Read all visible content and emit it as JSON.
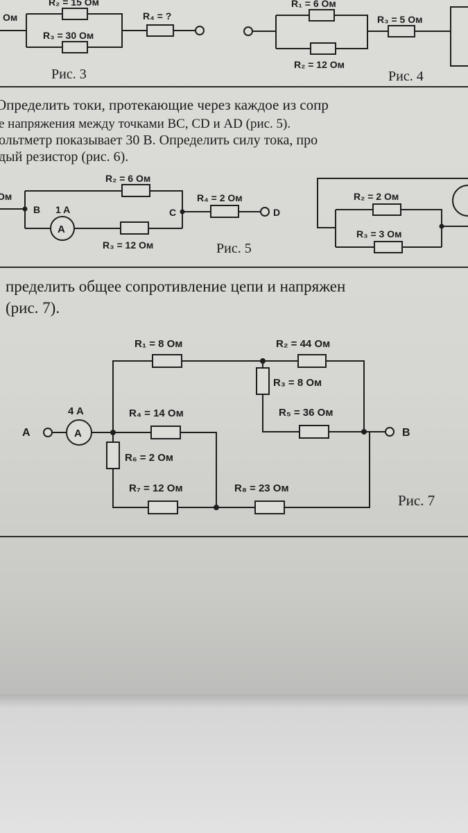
{
  "fig3": {
    "caption": "Рис. 3",
    "r2": "R₂ = 15 Ом",
    "r3": "R₃ = 30 Ом",
    "r4": "R₄ = ?",
    "left_cut": "Ом"
  },
  "fig4": {
    "caption": "Рис. 4",
    "r1": "R₁ = 6 Ом",
    "r2": "R₂ = 12 Ом",
    "r3": "R₃ = 5 Ом"
  },
  "text_block_1": {
    "line1": "Определить токи, протекающие через каждое из сопр",
    "line2": "е напряжения между точками BC, CD и AD (рис. 5).",
    "line3": "ольтметр показывает 30 В. Определить силу тока, про",
    "line4": "дый резистор (рис. 6)."
  },
  "fig5": {
    "caption": "Рис. 5",
    "left_cut": "Ом",
    "point_b": "B",
    "point_c": "C",
    "point_d": "D",
    "ammeter_reading": "1 A",
    "ammeter_symbol": "A",
    "r2": "R₂ = 6 Ом",
    "r3": "R₃ = 12 Ом",
    "r4": "R₄ = 2 Ом"
  },
  "fig6": {
    "r2": "R₂ = 2 Ом",
    "r3": "R₃ = 3 Ом"
  },
  "text_block_2": {
    "line1": "пределить общее сопротивление цепи и напряжен",
    "line2": "(рис. 7)."
  },
  "fig7": {
    "caption": "Рис. 7",
    "point_a": "A",
    "point_b": "B",
    "ammeter_reading": "4 A",
    "ammeter_symbol": "A",
    "r1": "R₁ = 8 Ом",
    "r2": "R₂ = 44 Ом",
    "r3": "R₃ = 8 Ом",
    "r4": "R₄ = 14 Ом",
    "r5": "R₅ = 36 Ом",
    "r6": "R₆ = 2 Ом",
    "r7": "R₇ = 12 Ом",
    "r8": "R₈ = 23 Ом"
  }
}
